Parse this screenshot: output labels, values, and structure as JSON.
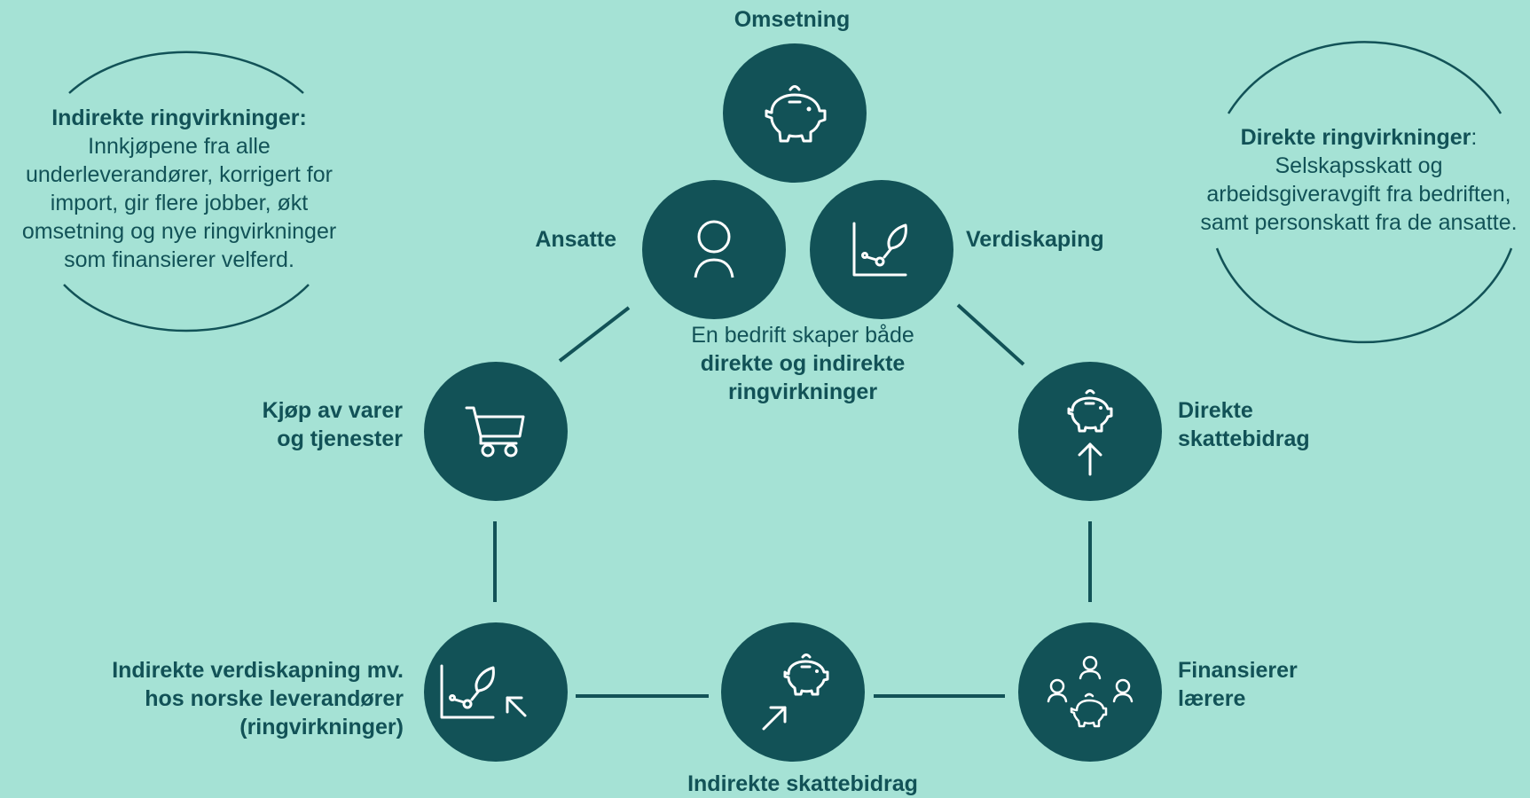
{
  "center": {
    "line1": "En bedrift skaper både",
    "line2": "direkte og indirekte",
    "line3": "ringvirkninger"
  },
  "nodes": {
    "omsetning": {
      "label": "Omsetning",
      "icon": "piggy-bank-icon"
    },
    "ansatte": {
      "label": "Ansatte",
      "icon": "person-icon"
    },
    "verdiskaping": {
      "label": "Verdiskaping",
      "icon": "growth-chart-icon"
    },
    "kjop": {
      "line1": "Kjøp av varer",
      "line2": "og tjenester",
      "icon": "shopping-cart-icon"
    },
    "direkte_skatt": {
      "line1": "Direkte",
      "line2": "skattebidrag",
      "icon": "piggy-bank-up-arrow-icon"
    },
    "indirekte_verdi": {
      "line1": "Indirekte verdiskapning mv.",
      "line2": "hos norske leverandører",
      "line3": "(ringvirkninger)",
      "icon": "growth-chart-arrow-icon"
    },
    "indirekte_skatt": {
      "label": "Indirekte skattebidrag",
      "icon": "piggy-bank-arrow-icon"
    },
    "finansierer": {
      "line1": "Finansierer",
      "line2": "lærere",
      "icon": "people-piggy-bank-icon"
    }
  },
  "notes": {
    "indirekte": {
      "title": "Indirekte ringvirkninger:",
      "lines": [
        "Innkjøpene fra alle",
        "underleverandører, korrigert for",
        "import, gir flere jobber, økt",
        "omsetning og nye ringvirkninger",
        "som finansierer velferd."
      ]
    },
    "direkte": {
      "title": "Direkte ringvirkninger",
      "title_suffix": ":",
      "lines": [
        "Selskapsskatt og",
        "arbeidsgiveravgift fra bedriften,",
        "samt personskatt fra de ansatte."
      ]
    }
  },
  "colors": {
    "background": "#a5e2d5",
    "circle": "#125257",
    "text": "#125257",
    "icon": "#ffffff"
  }
}
